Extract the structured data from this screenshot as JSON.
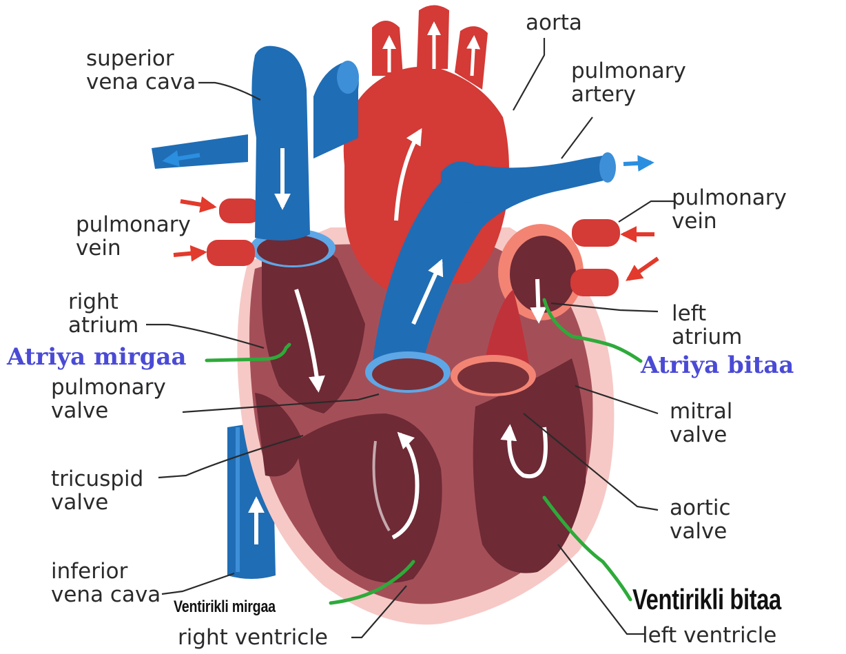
{
  "labels": {
    "superior_vena_cava": [
      "superior",
      "vena cava"
    ],
    "aorta": "aorta",
    "pulmonary_artery": [
      "pulmonary",
      "artery"
    ],
    "pulmonary_vein_left": [
      "pulmonary",
      "vein"
    ],
    "pulmonary_vein_right": [
      "pulmonary",
      "vein"
    ],
    "right_atrium": [
      "right",
      "atrium"
    ],
    "left_atrium": [
      "left",
      "atrium"
    ],
    "pulmonary_valve": [
      "pulmonary",
      "valve"
    ],
    "mitral_valve": [
      "mitral",
      "valve"
    ],
    "tricuspid_valve": [
      "tricuspid",
      "valve"
    ],
    "aortic_valve": [
      "aortic",
      "valve"
    ],
    "inferior_vena_cava": [
      "inferior",
      "vena cava"
    ],
    "right_ventricle": "right ventricle",
    "left_ventricle": "left ventricle"
  },
  "annotations": {
    "atriya_mirgaa": "Atriya mirgaa",
    "atriya_bitaa": "Atriya bitaa",
    "ventirikli_mirgaa": "Ventirikli mirgaa",
    "ventirikli_bitaa": "Ventirikli bitaa"
  },
  "colors": {
    "oxygenated": "#d43a36",
    "deoxygenated": "#1f6db5",
    "heart_muscle": "#a44f58",
    "chamber": "#6e2a35",
    "outer_wall": "#f6c9c6",
    "annotation_line": "#2eaa3a",
    "annotation_text_blue": "#4a4ad6"
  }
}
